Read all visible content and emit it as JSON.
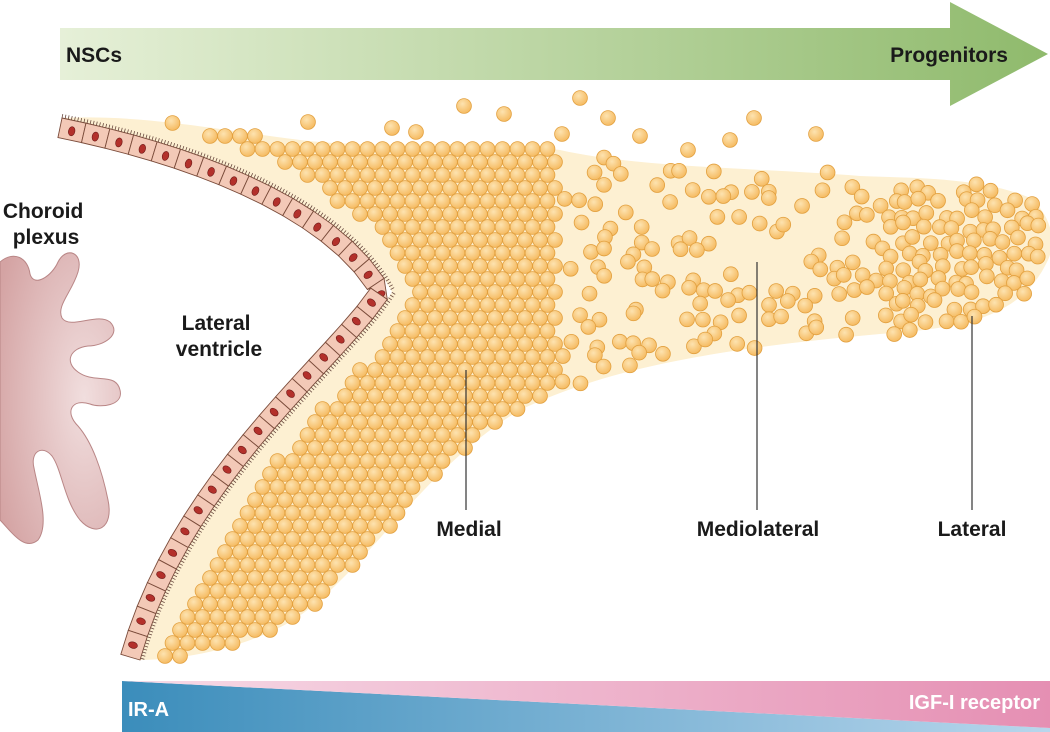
{
  "top_gradient": {
    "left_label": "NSCs",
    "right_label": "Progenitors",
    "color_start": "#e6f0d8",
    "color_end": "#8fba6c"
  },
  "structures": {
    "choroid_plexus": "Choroid\nplexus",
    "lateral_ventricle": "Lateral\nventricle"
  },
  "zones": {
    "medial": "Medial",
    "mediolateral": "Mediolateral",
    "lateral": "Lateral"
  },
  "bottom_gradient": {
    "left_label": "IR-A",
    "right_label": "IGF-I receptor",
    "blue": "#3b8dbb",
    "pink": "#e58fb3"
  },
  "colors": {
    "cell_fill": "#f9c56f",
    "cell_stroke": "#e2a03f",
    "tissue": "#fdf0d2",
    "ependymal": "#f3c9b7",
    "nucleus": "#b3302b",
    "plexus": "#d7a7a7"
  }
}
